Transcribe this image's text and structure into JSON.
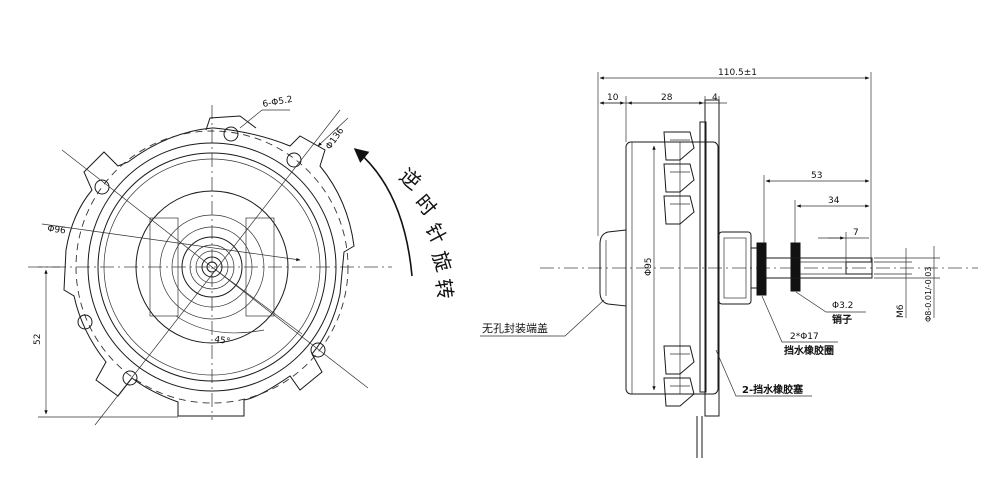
{
  "front_view": {
    "rotation_text": "逆时针旋转",
    "hole_spec": "6-Φ5.2",
    "dia_136": "Φ136",
    "dia_96": "Φ96",
    "dim_52": "52",
    "dim_45": "45°"
  },
  "side_view": {
    "overall_length": "110.5±1",
    "dim_10": "10",
    "dim_28": "28",
    "dim_4": "4",
    "dim_53": "53",
    "dim_34": "34",
    "dim_7": "7",
    "dia_body": "Φ95",
    "thread": "M6",
    "shaft_dia": "Φ8-0.01/-0.03",
    "pin_dia": "Φ3.2"
  },
  "callouts": {
    "end_cover": "无孔封装端盖",
    "pin": "销子",
    "ring_spec": "2*Φ17",
    "ring": "挡水橡胶圈",
    "plug": "2-挡水橡胶塞"
  }
}
